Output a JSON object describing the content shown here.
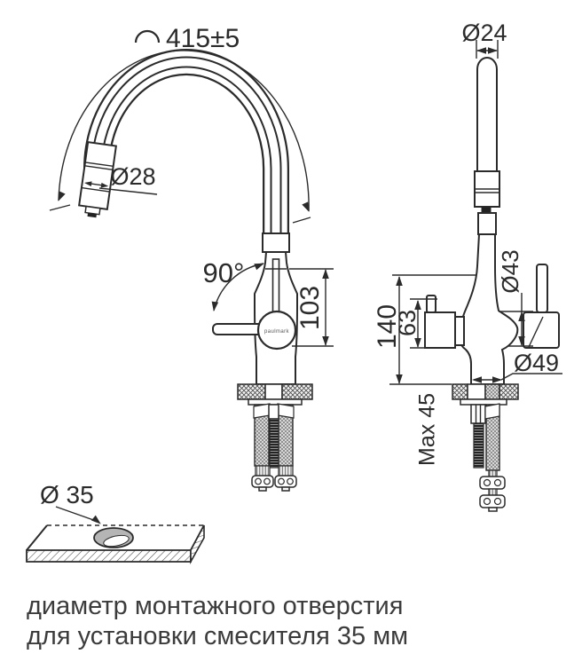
{
  "side_view": {
    "arc_length": "415±5",
    "spout_diameter": "Ø28",
    "swivel_angle": "90°",
    "spout_height": "103",
    "brand": "paulmark"
  },
  "front_view": {
    "spout_tube_diameter": "Ø24",
    "body_diameter": "Ø43",
    "handle_height": "63",
    "body_height": "140",
    "base_diameter": "Ø49",
    "max_counter_thickness": "Max 45"
  },
  "countertop_view": {
    "hole_diameter": "Ø 35"
  },
  "caption": {
    "line1": "диаметр монтажного отверстия",
    "line2": "для установки смесителя 35 мм"
  },
  "colors": {
    "line": "#2b2b2b",
    "text": "#3c3c3c",
    "background": "#ffffff",
    "hole_fill": "#b5b5b5"
  }
}
